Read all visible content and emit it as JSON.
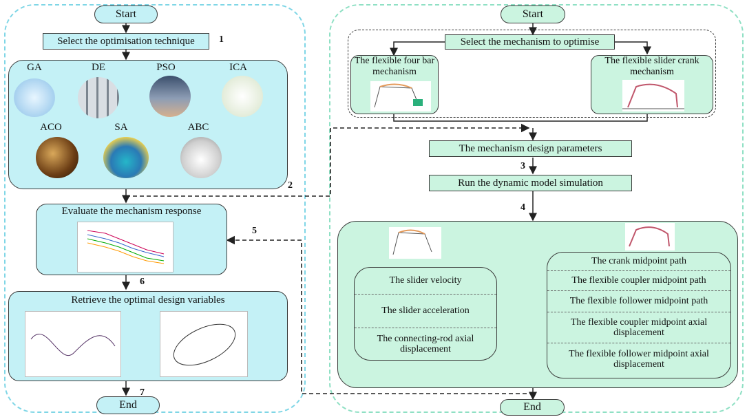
{
  "left": {
    "start": "Start",
    "select_technique": "Select the optimisation technique",
    "step1": "1",
    "algorithms": [
      "GA",
      "DE",
      "PSO",
      "ICA",
      "ACO",
      "SA",
      "ABC"
    ],
    "step2": "2",
    "evaluate": "Evaluate the mechanism response",
    "step5": "5",
    "step6": "6",
    "retrieve": "Retrieve the optimal design variables",
    "step7": "7",
    "end": "End"
  },
  "right": {
    "start": "Start",
    "select_mechanism": "Select the mechanism to optimise",
    "four_bar": "The flexible four bar mechanism",
    "slider_crank": "The flexible slider crank mechanism",
    "design_params": "The mechanism design parameters",
    "step3": "3",
    "run_sim": "Run the dynamic model simulation",
    "step4": "4",
    "slider_outputs": [
      "The slider velocity",
      "The slider acceleration",
      "The connecting-rod axial displacement"
    ],
    "fourbar_outputs": [
      "The crank midpoint path",
      "The flexible coupler midpoint path",
      "The flexible follower midpoint path",
      "The flexible coupler midpoint axial displacement",
      "The flexible follower midpoint axial displacement"
    ],
    "end": "End"
  },
  "colors": {
    "cyan_fill": "#c4f1f6",
    "mint_fill": "#cbf4e0",
    "left_panel_border": "#7fd6e6",
    "right_panel_border": "#8fe0c4"
  }
}
